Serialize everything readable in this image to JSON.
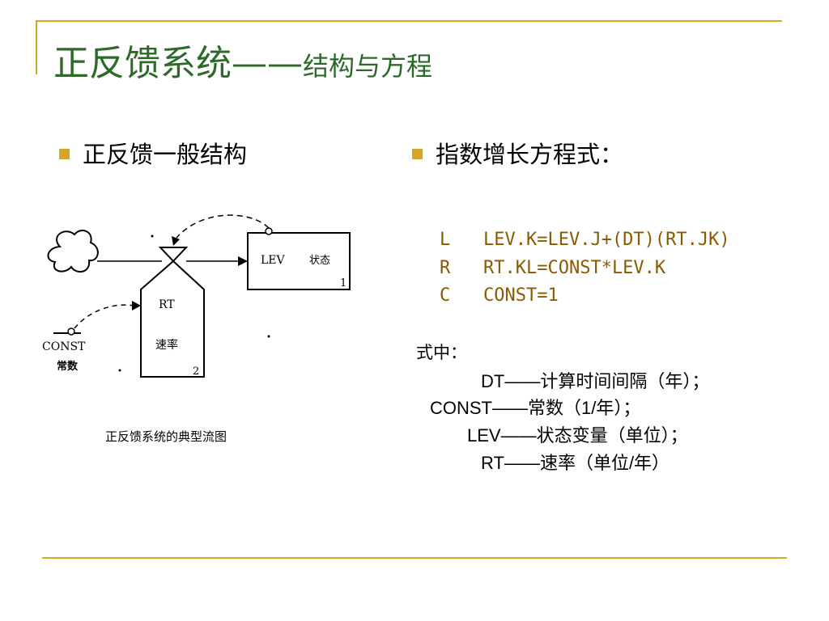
{
  "title": {
    "main": "正反馈系统——",
    "sub": "结构与方程"
  },
  "bullets": {
    "left": "正反馈一般结构",
    "right": "指数增长方程式："
  },
  "diagram": {
    "level_label": "LEV",
    "level_name": "状态",
    "level_number": "1",
    "rate_label": "RT",
    "rate_name": "速率",
    "rate_number": "2",
    "const_label": "CONST",
    "const_name": "常数",
    "caption": "正反馈系统的典型流图"
  },
  "equations": [
    {
      "code": "L",
      "expr": "LEV.K=LEV.J+(DT)(RT.JK)"
    },
    {
      "code": "R",
      "expr": "RT.KL=CONST*LEV.K"
    },
    {
      "code": "C",
      "expr": "CONST=1"
    }
  ],
  "legend": {
    "heading": "式中：",
    "items": [
      {
        "term": "DT",
        "desc": "——计算时间间隔（年）；"
      },
      {
        "term": "CONST",
        "desc": "——常数（1/年）；"
      },
      {
        "term": "LEV",
        "desc": "——状态变量（单位）；"
      },
      {
        "term": "RT",
        "desc": "——速率（单位/年）"
      }
    ]
  },
  "colors": {
    "title": "#2d6a2a",
    "accent": "#d4a62a",
    "equation": "#8b5a00"
  }
}
